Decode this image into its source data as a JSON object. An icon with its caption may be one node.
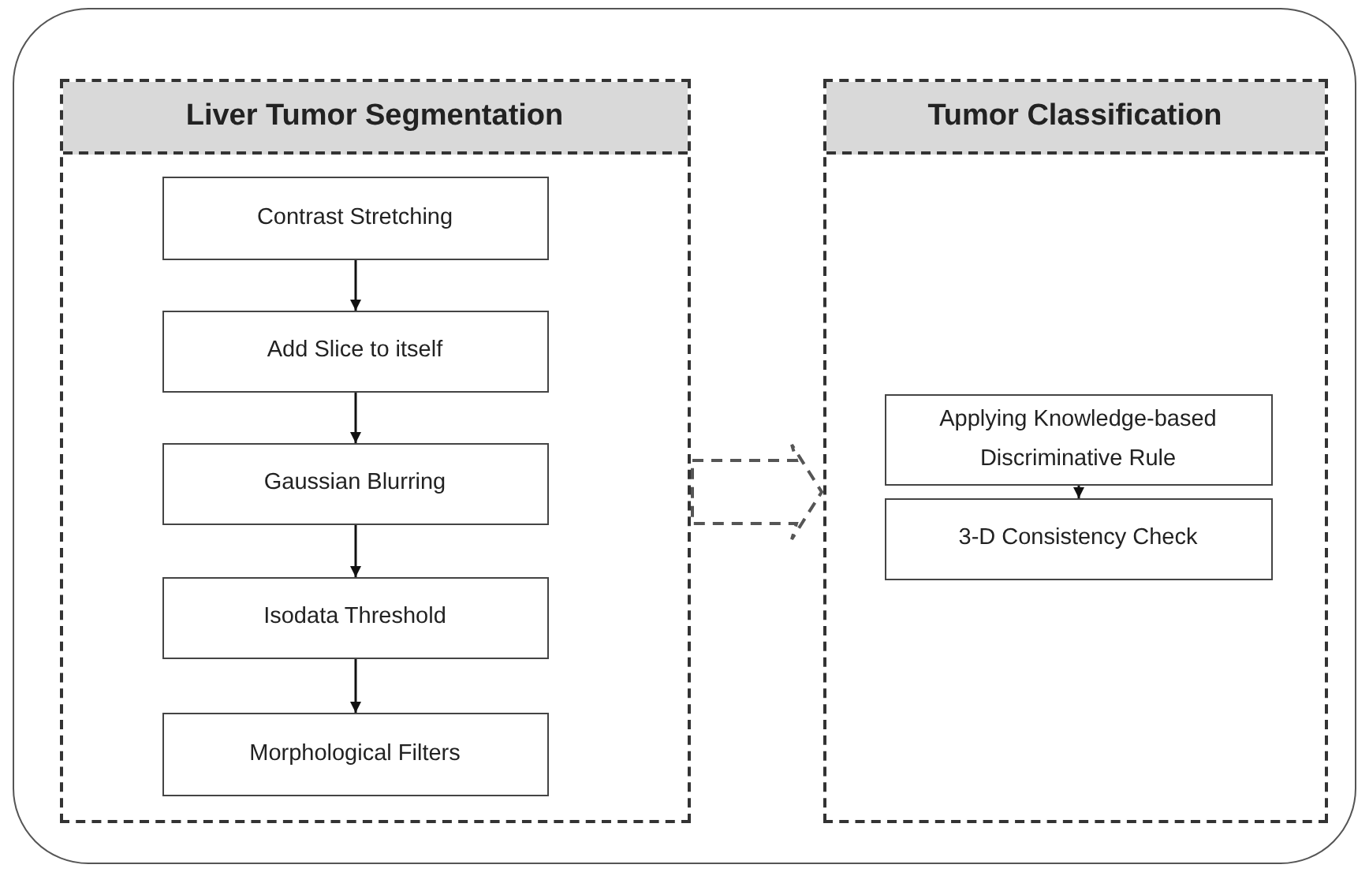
{
  "diagram": {
    "nodes": [
      {
        "text": [],
        "shape": "box"
      },
      {
        "text": [
          "Liver Tumor Segmentation"
        ],
        "in": 0
      },
      {
        "text": [
          "Contrast Stretching"
        ],
        "in": 1
      },
      {
        "text": [
          "Add Slice to itself"
        ],
        "in": 1
      },
      {
        "text": [
          "Gaussian Blurring"
        ],
        "in": 1
      },
      {
        "text": [
          "Isodata Threshold"
        ],
        "in": 1
      },
      {
        "text": [
          "Morphological Filters"
        ],
        "in": 1
      },
      {
        "text": [
          "Tumor Classification"
        ],
        "in": 0
      },
      {
        "text": [
          "Applying Knowledge-based Discriminative Rule"
        ],
        "in": 7
      },
      {
        "text": [
          "3-D Consistency Check"
        ],
        "in": 7
      }
    ],
    "edges": [
      {
        "from": 1,
        "to": 7,
        "arrow": "to",
        "style": "dashed"
      },
      {
        "from": 2,
        "to": 3,
        "arrow": "to"
      },
      {
        "from": 3,
        "to": 4,
        "arrow": "to"
      },
      {
        "from": 4,
        "to": 5,
        "arrow": "to"
      },
      {
        "from": 5,
        "to": 6,
        "arrow": "to"
      },
      {
        "from": 8,
        "to": 9,
        "arrow": "to"
      }
    ]
  }
}
